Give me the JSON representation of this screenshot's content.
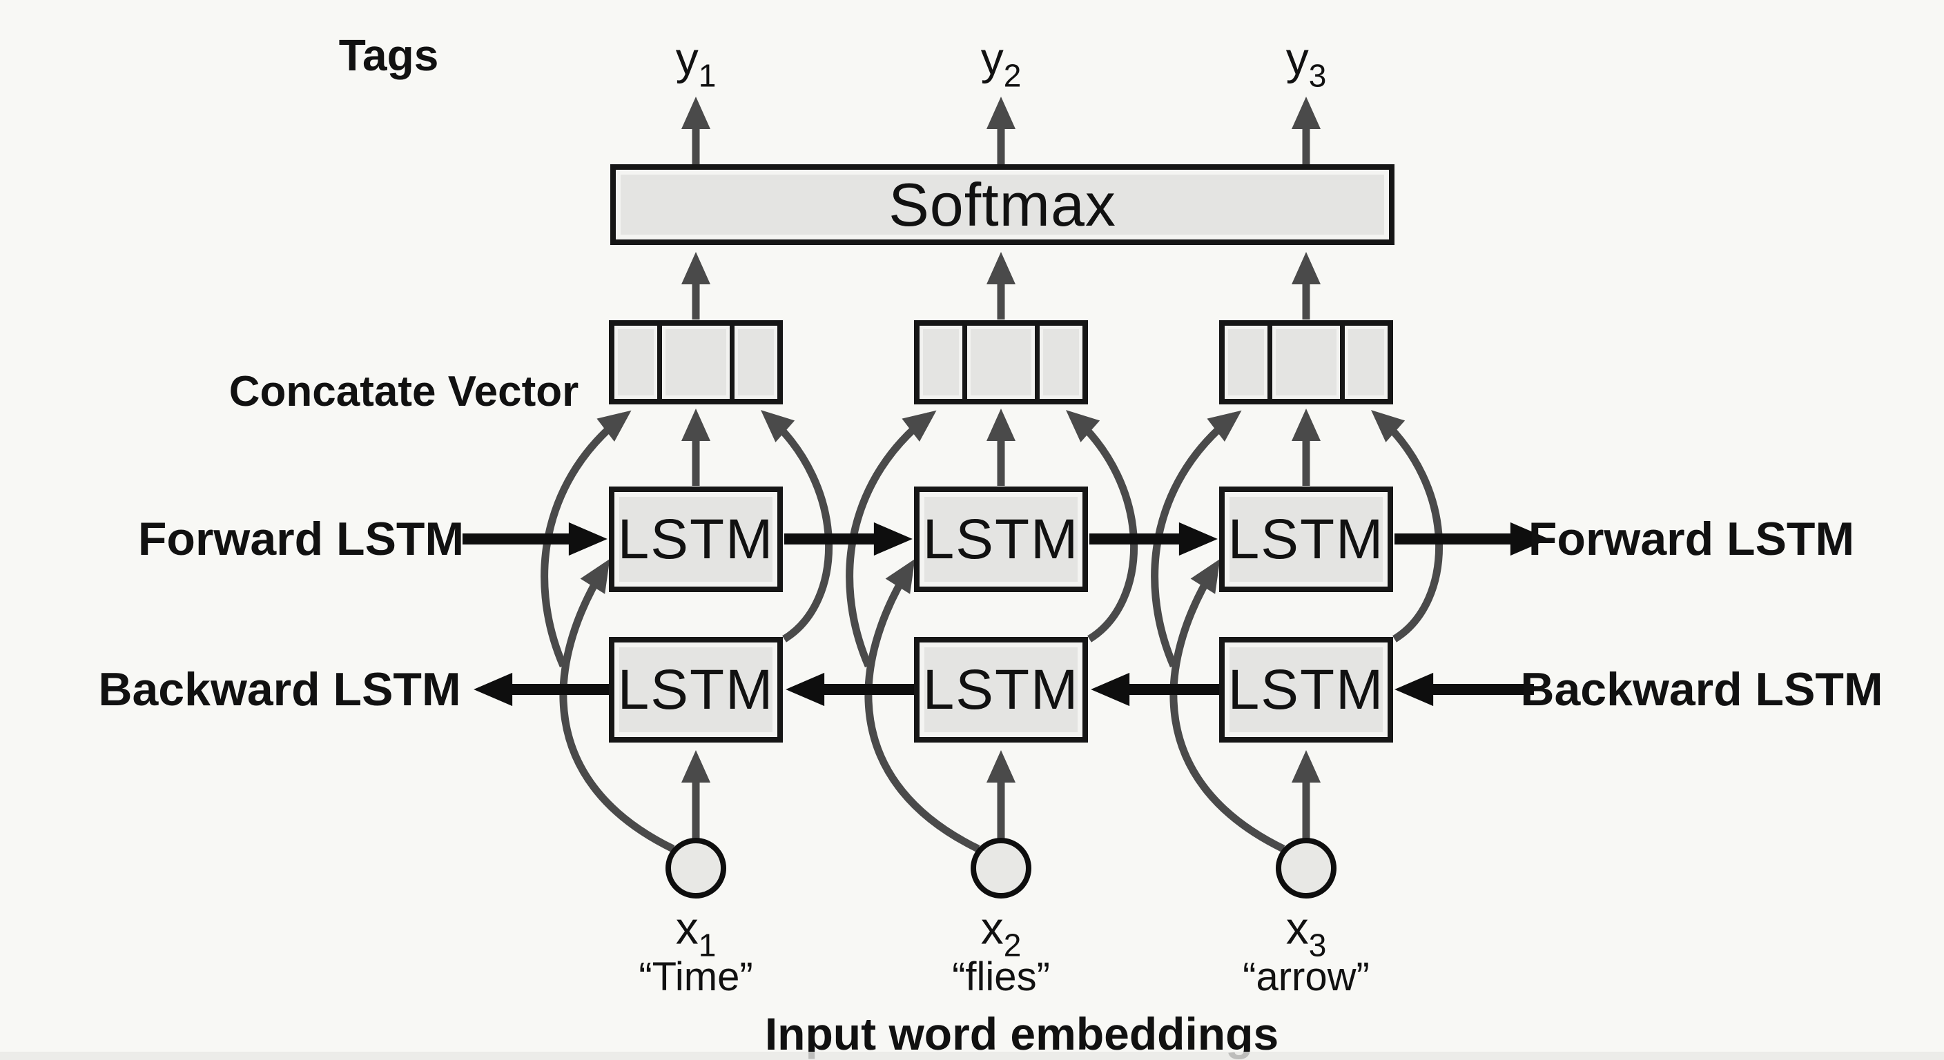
{
  "diagram": {
    "tags_label": "Tags",
    "softmax_label": "Softmax",
    "concat_label": "Concatate Vector",
    "lstm_label": "LSTM",
    "forward_label_left": "Forward LSTM",
    "forward_label_right": "Forward LSTM",
    "backward_label_left": "Backward LSTM",
    "backward_label_right": "Backward LSTM",
    "bottom_caption": "Input word embeddings",
    "columns": [
      {
        "output_base": "y",
        "output_sub": "1",
        "input_base": "x",
        "input_sub": "1",
        "word": "“Time”"
      },
      {
        "output_base": "y",
        "output_sub": "2",
        "input_base": "x",
        "input_sub": "2",
        "word": "“flies”"
      },
      {
        "output_base": "y",
        "output_sub": "3",
        "input_base": "x",
        "input_sub": "3",
        "word": "“arrow”"
      }
    ],
    "colors": {
      "background": "#f8f8f5",
      "box_fill": "#e4e4e2",
      "box_border": "#161616",
      "arrow_gray": "#4a4a4a",
      "arrow_black": "#0e0e0e",
      "text": "#111111"
    }
  }
}
